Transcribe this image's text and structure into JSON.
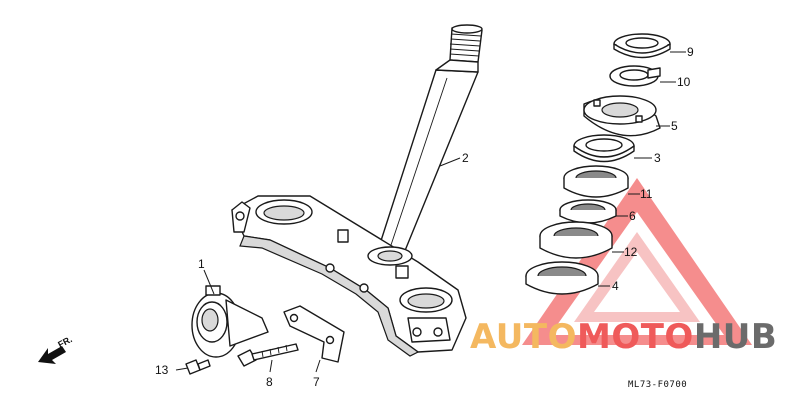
{
  "callouts": {
    "c1": "1",
    "c2": "2",
    "c3": "3",
    "c4": "4",
    "c5": "5",
    "c6": "6",
    "c7": "7",
    "c8": "8",
    "c9": "9",
    "c10": "10",
    "c11": "11",
    "c12": "12",
    "c13": "13"
  },
  "front_marker": "FR.",
  "diagram_code": "ML73-F0700",
  "watermark": {
    "part1": "AUTO",
    "part2": "MOTO",
    "part3": "HUB",
    "color_orange": "#f4b860",
    "color_red": "#ef5a5a",
    "color_gray": "#6b6b6b"
  }
}
